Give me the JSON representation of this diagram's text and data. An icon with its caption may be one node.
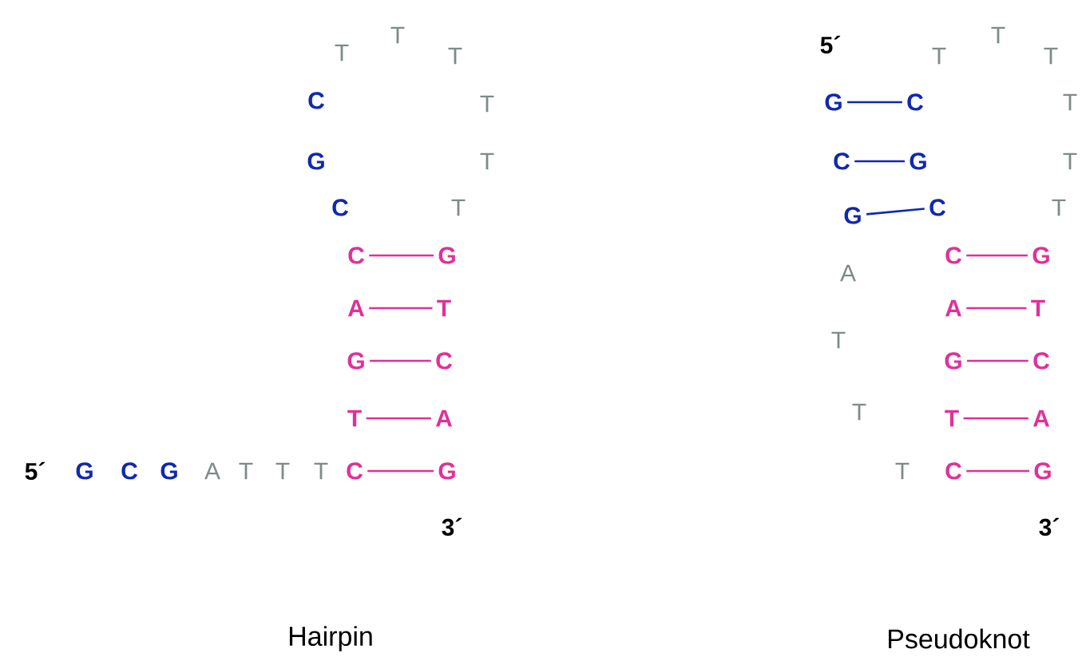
{
  "diagram": {
    "nodes": [
      {
        "text": [
          "C"
        ]
      },
      {
        "text": [
          "G"
        ]
      },
      {
        "text": [
          "A"
        ]
      },
      {
        "text": [
          "T"
        ]
      },
      {
        "text": [
          "G"
        ]
      },
      {
        "text": [
          "C"
        ]
      },
      {
        "text": [
          "T"
        ]
      },
      {
        "text": [
          "A"
        ]
      },
      {
        "text": [
          "C"
        ]
      },
      {
        "text": [
          "G"
        ]
      },
      {
        "text": [
          "G"
        ]
      },
      {
        "text": [
          "C"
        ]
      },
      {
        "text": [
          "C"
        ]
      },
      {
        "text": [
          "G"
        ]
      },
      {
        "text": [
          "G"
        ]
      },
      {
        "text": [
          "C"
        ]
      },
      {
        "text": [
          "C"
        ]
      },
      {
        "text": [
          "G"
        ]
      },
      {
        "text": [
          "A"
        ]
      },
      {
        "text": [
          "T"
        ]
      },
      {
        "text": [
          "G"
        ]
      },
      {
        "text": [
          "C"
        ]
      },
      {
        "text": [
          "T"
        ]
      },
      {
        "text": [
          "A"
        ]
      },
      {
        "text": [
          "C"
        ]
      },
      {
        "text": [
          "G"
        ]
      }
    ],
    "edges": [
      {
        "from": 0,
        "to": 1,
        "arrow": "none"
      },
      {
        "from": 2,
        "to": 3,
        "arrow": "none"
      },
      {
        "from": 4,
        "to": 5,
        "arrow": "none"
      },
      {
        "from": 6,
        "to": 7,
        "arrow": "none"
      },
      {
        "from": 8,
        "to": 9,
        "arrow": "none"
      },
      {
        "from": 10,
        "to": 11,
        "arrow": "none",
        "color": "#1028b0"
      },
      {
        "from": 12,
        "to": 13,
        "arrow": "none",
        "color": "#1028b0"
      },
      {
        "from": 14,
        "to": 15,
        "arrow": "none",
        "color": "#1028b0"
      },
      {
        "from": 16,
        "to": 17,
        "arrow": "none"
      },
      {
        "from": 18,
        "to": 19,
        "arrow": "none"
      },
      {
        "from": 20,
        "to": 21,
        "arrow": "none"
      },
      {
        "from": 22,
        "to": 23,
        "arrow": "none"
      },
      {
        "from": 24,
        "to": 25,
        "arrow": "none"
      }
    ],
    "labels": [
      "T",
      "T",
      "T",
      "C",
      "T",
      "G",
      "T",
      "C",
      "T",
      "5´",
      "G",
      "C",
      "G",
      "A",
      "T",
      "T",
      "T",
      "3´",
      "Hairpin",
      "5´",
      "T",
      "T",
      "T",
      "T",
      "T",
      "T",
      "A",
      "T",
      "T",
      "T",
      "3´",
      "Pseudoknot"
    ]
  }
}
